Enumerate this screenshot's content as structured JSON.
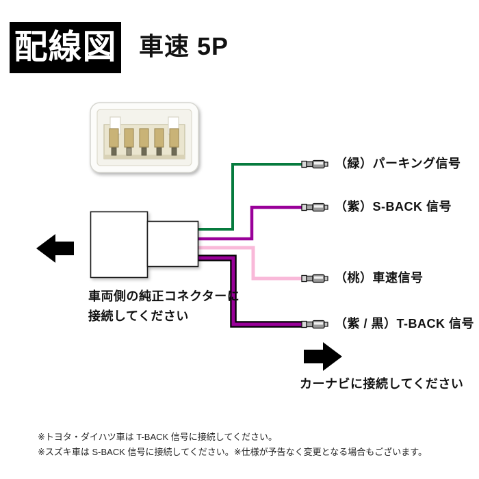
{
  "header": {
    "badge": "配線図",
    "subtitle": "車速 5P"
  },
  "colors": {
    "green": "#067B3E",
    "purple": "#990099",
    "pink": "#F9B9D9",
    "tback_core": "#990099",
    "black": "#000000",
    "arrow": "#000000"
  },
  "wires": [
    {
      "id": "parking",
      "color_name": "緑",
      "label": "（緑）パーキング信号",
      "hex": "#067B3E"
    },
    {
      "id": "s-back",
      "color_name": "紫",
      "label": "（紫）S-BACK 信号",
      "hex": "#990099"
    },
    {
      "id": "speed",
      "color_name": "桃",
      "label": "（桃）車速信号",
      "hex": "#F9B9D9"
    },
    {
      "id": "t-back",
      "color_name": "紫/黒",
      "label": "（紫 / 黒）T-BACK 信号",
      "hex": "#990099"
    }
  ],
  "instructions": {
    "vehicle_side_line1": "車両側の純正コネクターに",
    "vehicle_side_line2": "接続してください",
    "navi_side": "カーナビに接続してください"
  },
  "notes": [
    "※トヨタ・ダイハツ車は T-BACK 信号に接続してください。",
    "※スズキ車は S-BACK 信号に接続してください。※仕様が予告なく変更となる場合もございます。"
  ]
}
